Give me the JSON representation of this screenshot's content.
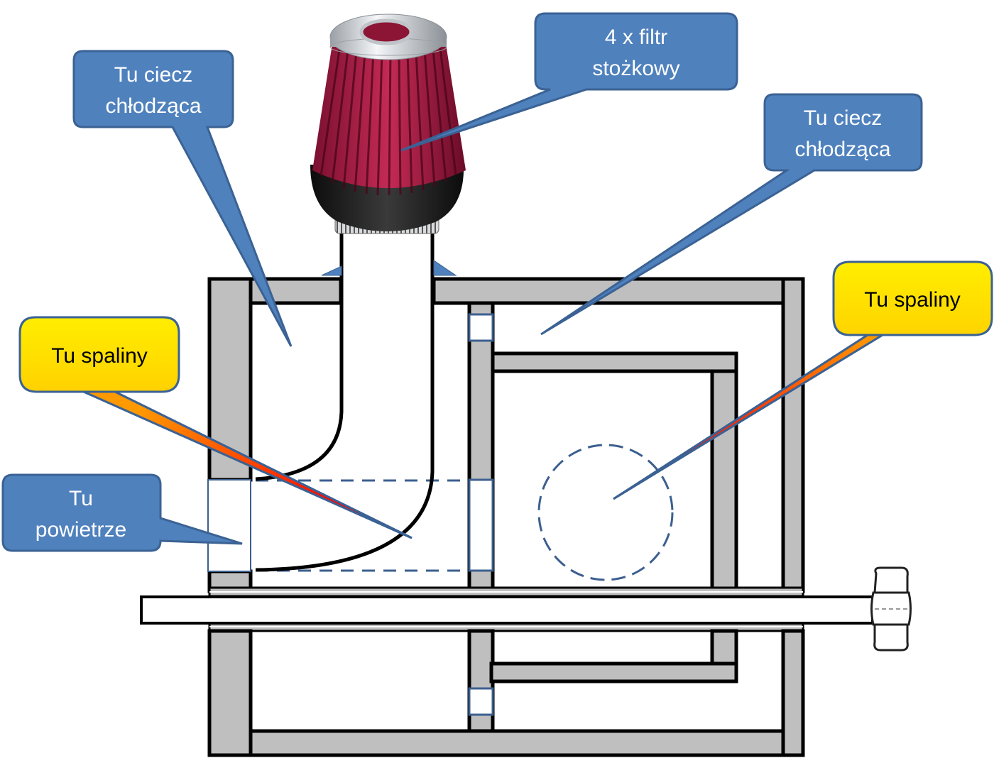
{
  "diagram": {
    "title": "Heat exchanger / air intake schematic",
    "colors": {
      "callout_blue": "#4f81bd",
      "callout_blue_border": "#3b6294",
      "callout_yellow_top": "#ffee00",
      "callout_yellow_bottom": "#ff9900",
      "pointer_red": "#ff0000",
      "wall_gray": "#bfbfbf",
      "outline_black": "#000000",
      "dashed_blue": "#3c5f8f"
    },
    "callouts": [
      {
        "id": "coolant-left",
        "style": "blue",
        "lines": [
          "Tu ciecz",
          "chłodząca"
        ]
      },
      {
        "id": "cone-filter",
        "style": "blue",
        "lines": [
          "4 x filtr",
          "stożkowy"
        ]
      },
      {
        "id": "coolant-right",
        "style": "blue",
        "lines": [
          "Tu ciecz",
          "chłodząca"
        ]
      },
      {
        "id": "exhaust-right",
        "style": "yellow",
        "lines": [
          "Tu spaliny"
        ]
      },
      {
        "id": "exhaust-left",
        "style": "yellow",
        "lines": [
          "Tu spaliny"
        ]
      },
      {
        "id": "air-left",
        "style": "blue",
        "lines": [
          "Tu",
          "powietrze"
        ]
      }
    ],
    "components": {
      "filter": "cone air filter (red pleated element, chrome top, black rubber base, hose clamp)",
      "shaft": "horizontal through-shaft",
      "nut": "hex nut at shaft end",
      "exhaust_port": "dashed circle",
      "air_duct": "curved pipe from filter to side inlet"
    }
  }
}
